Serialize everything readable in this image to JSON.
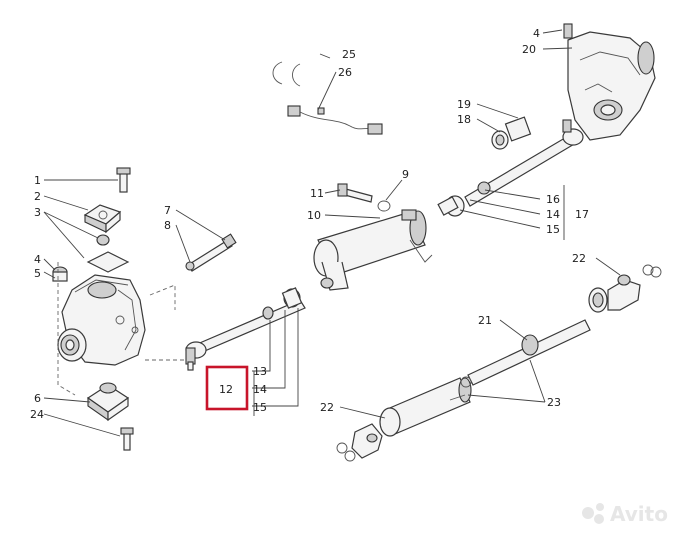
{
  "callouts": {
    "c1": "1",
    "c2": "2",
    "c3": "3",
    "c4a": "4",
    "c5": "5",
    "c6": "6",
    "c7": "7",
    "c8": "8",
    "c9": "9",
    "c10": "10",
    "c11": "11",
    "c12": "12",
    "c13": "13",
    "c14a": "14",
    "c15a": "15",
    "c14b": "14",
    "c15b": "15",
    "c16": "16",
    "c17": "17",
    "c18": "18",
    "c19": "19",
    "c20": "20",
    "c4b": "4",
    "c21": "21",
    "c22a": "22",
    "c22b": "22",
    "c23": "23",
    "c24": "24",
    "c25": "25",
    "c26": "26"
  },
  "highlight": {
    "part": "12",
    "color": "#c8142a"
  },
  "watermark": {
    "text": "Avito"
  }
}
